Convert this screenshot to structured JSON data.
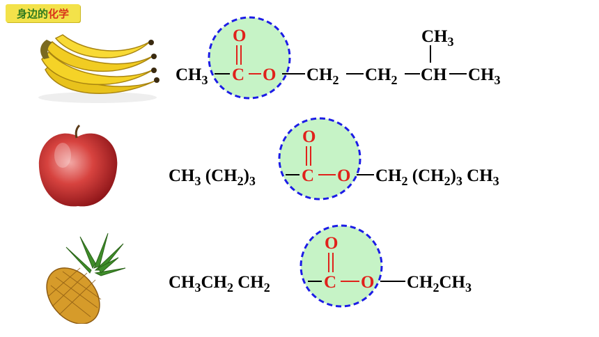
{
  "header": {
    "badge_part1": "身边的",
    "badge_part2": "化学"
  },
  "fruits": [
    {
      "name": "banana",
      "icon": "banana-icon"
    },
    {
      "name": "apple",
      "icon": "apple-icon"
    },
    {
      "name": "pineapple",
      "icon": "pineapple-icon"
    }
  ],
  "formulas": {
    "row1": {
      "ch3_left": "CH",
      "sub3": "3",
      "c": "C",
      "o_top": "O",
      "o_mid": "O",
      "ch2a": "CH",
      "ch2b": "CH",
      "sub2": "2",
      "ch": "CH",
      "ch3_right": "CH",
      "ch3_top": "CH"
    },
    "row2": {
      "ch3_a": "CH",
      "sub3": "3",
      "paren_open": "(CH",
      "sub2": "2",
      "paren_close": ")",
      "c": "C",
      "o_top": "O",
      "o_mid": "O",
      "ch2": "CH",
      "ch3_end": "CH"
    },
    "row3": {
      "ch3": "CH",
      "sub3": "3",
      "ch2": "CH",
      "sub2": "2",
      "c": "C",
      "o_top": "O",
      "o_mid": "O",
      "ch2_b": "CH",
      "ch3_end": "CH"
    }
  },
  "colors": {
    "ester_circle_fill": "#c6f3c6",
    "ester_circle_stroke": "#1c1ce6",
    "ester_atoms": "#e0211b"
  }
}
